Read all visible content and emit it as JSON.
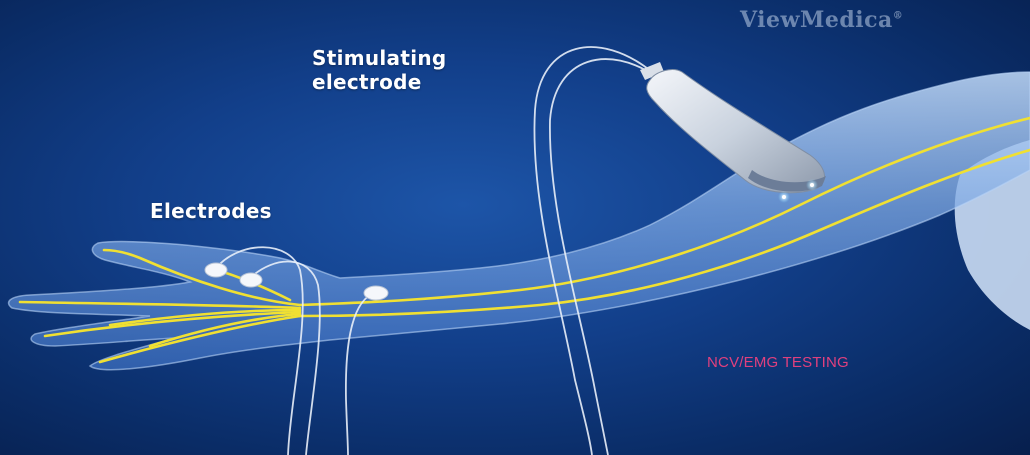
{
  "watermark": {
    "brand": "ViewMedica",
    "mark": "®"
  },
  "labels": {
    "stimulating_line1": "Stimulating",
    "stimulating_line2": "electrode",
    "electrodes": "Electrodes"
  },
  "caption": "NCV/EMG TESTING",
  "colors": {
    "background": "#123f8a",
    "arm": "#8fb8ec",
    "nerve": "#f0e032",
    "wire": "#e8eef8",
    "caption": "#e0407e"
  }
}
